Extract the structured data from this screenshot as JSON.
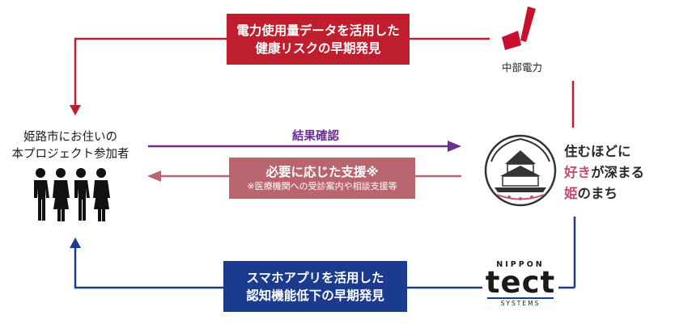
{
  "flows": {
    "red": {
      "line1": "電力使用量データを活用した",
      "line2": "健康リスクの早期発見",
      "color": "#bf1e2e"
    },
    "purple": {
      "label": "結果確認",
      "color": "#6b2f8f"
    },
    "pink": {
      "main": "必要に応じた支援※",
      "sub": "※医療機関への受診案内や相談支援等",
      "color": "#b9656f"
    },
    "blue": {
      "line1": "スマホアプリを活用した",
      "line2": "認知機能低下の早期発見",
      "color": "#1a3b8e"
    }
  },
  "participants": {
    "line1": "姫路市にお住いの",
    "line2": "本プロジェクト参加者",
    "icon": "people-icon"
  },
  "chubu": {
    "name": "中部電力",
    "icon": "chubu-logo-icon"
  },
  "himeji": {
    "line1": "住むほどに",
    "line2_pink": "好き",
    "line2_rest": "が深まる",
    "line3_pink": "姫",
    "line3_rest": "のまち",
    "icon": "himeji-castle-emblem"
  },
  "nippon_tect": {
    "top": "NIPPON",
    "main": "tect",
    "bottom": "SYSTEMS"
  }
}
